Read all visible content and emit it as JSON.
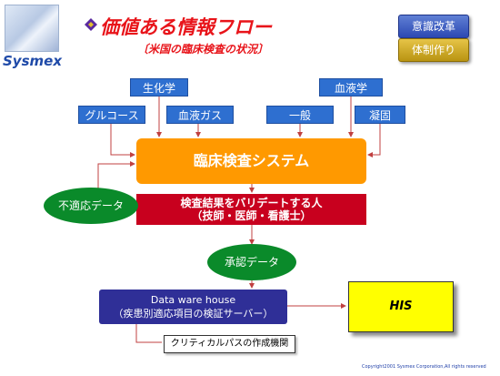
{
  "brand": {
    "name": "Sysmex"
  },
  "header": {
    "title": "価値ある情報フロー",
    "subtitle": "〔米国の臨床検査の状況〕"
  },
  "nav": {
    "btn1": "意識改革",
    "btn2": "体制作り"
  },
  "sources": {
    "top": [
      "生化学",
      "血液学"
    ],
    "bottom": [
      "グルコース",
      "血液ガス",
      "一般",
      "凝固"
    ]
  },
  "main_system": "臨床検査システム",
  "validator": {
    "line1": "検査結果をバリデートする人",
    "line2": "（技師・医師・看護士）"
  },
  "flows": {
    "rejected": "不適応データ",
    "approved": "承認データ"
  },
  "dwh": {
    "line1": "Data ware house",
    "line2": "（疾患別適応項目の検証サーバー）"
  },
  "his": "HIS",
  "critical_path": "クリティカルパスの作成機関",
  "copyright": "Copyright2001 Sysmex Corporation,All rights reserved",
  "colors": {
    "title": "#e8141a",
    "source_box": "#2e6fd0",
    "main": "#ff9900",
    "validator": "#c8001e",
    "flow": "#0a8a2a",
    "dwh": "#2f2f97",
    "his": "#ffff00"
  }
}
